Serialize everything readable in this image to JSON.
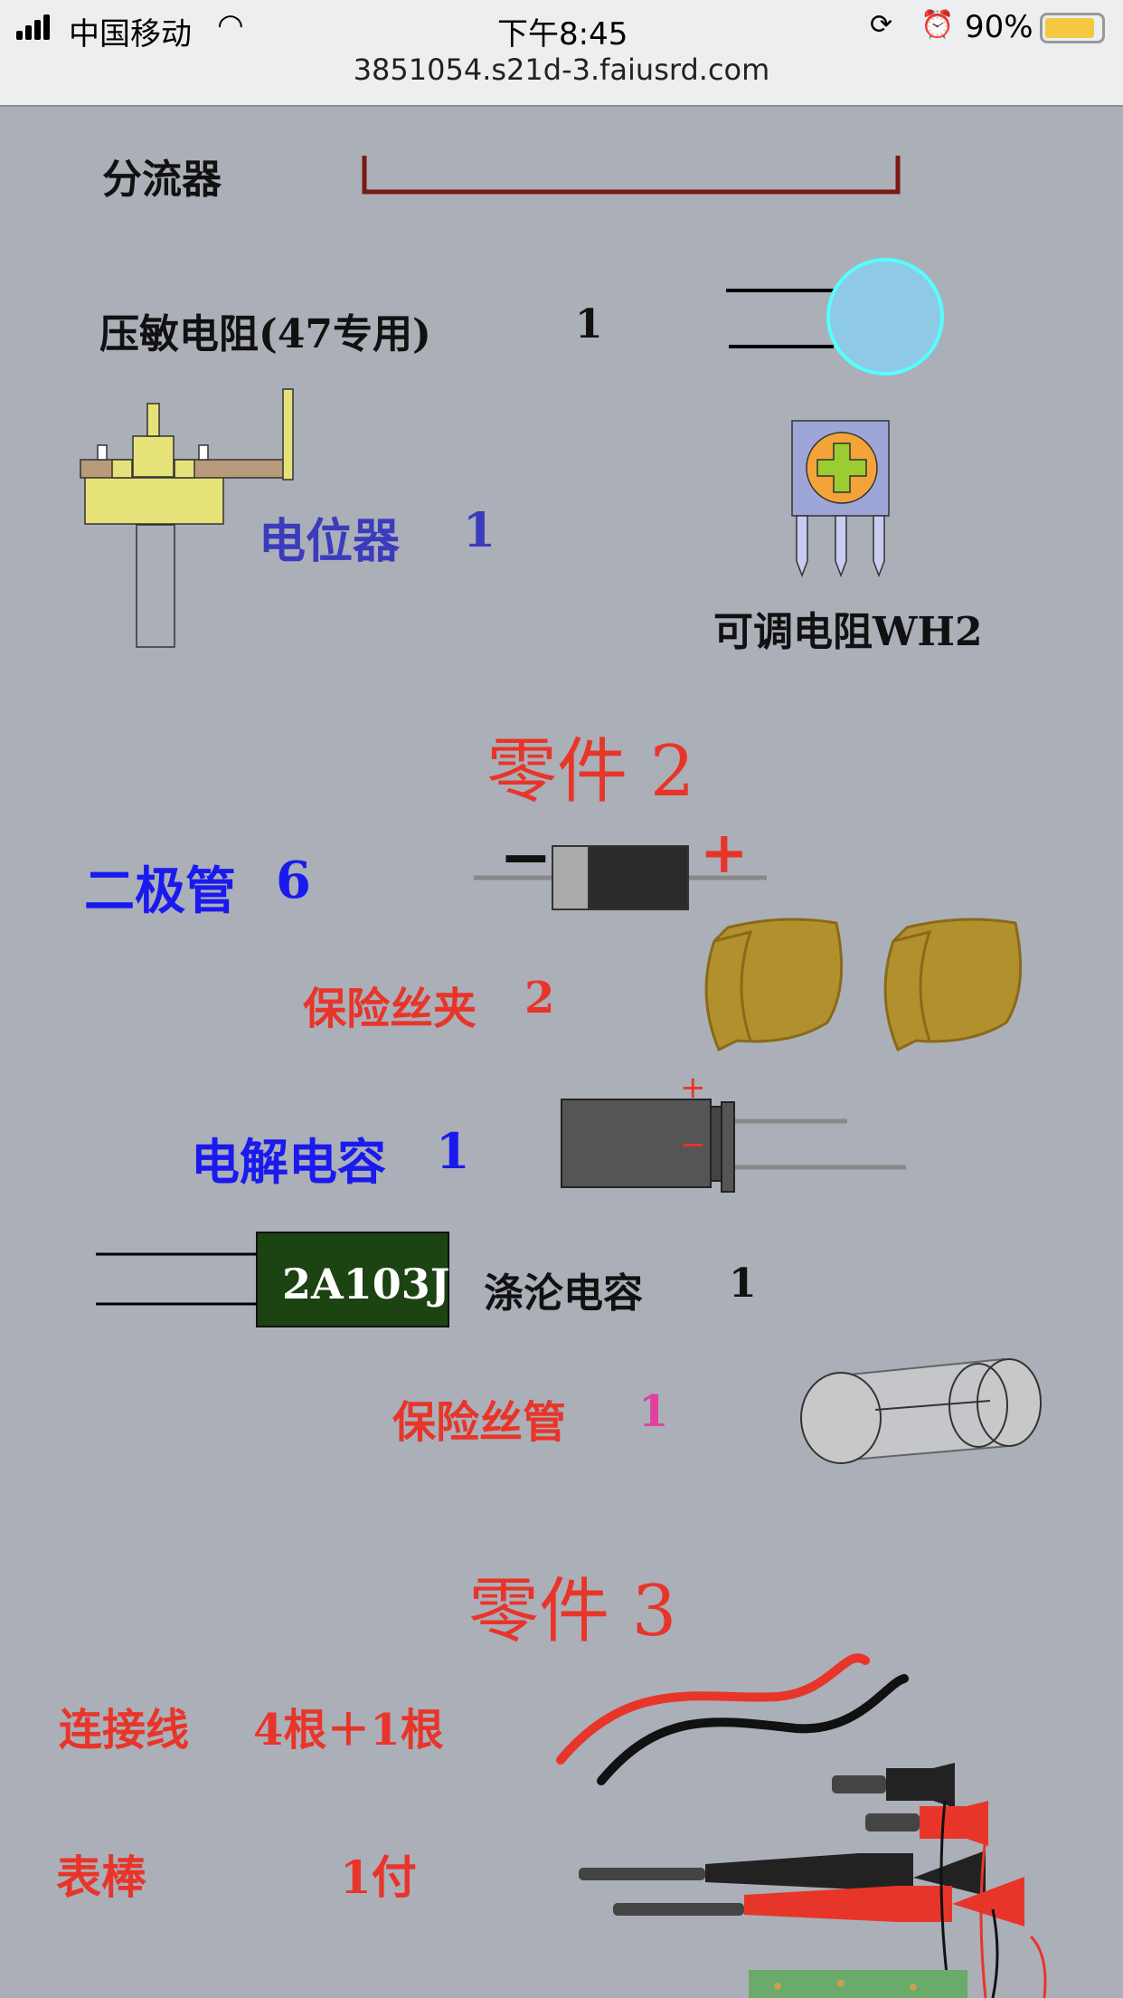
{
  "status_bar": {
    "carrier": "中国移动",
    "time": "下午8:45",
    "battery": "90%"
  },
  "browser": {
    "url": "3851054.s21d-3.faiusrd.com"
  },
  "parts": {
    "shunt": {
      "label": "分流器"
    },
    "varistor": {
      "label": "压敏电阻(47专用)",
      "qty": "1"
    },
    "potentiometer": {
      "label": "电位器",
      "qty": "1"
    },
    "trimmer": {
      "label": "可调电阻WH2"
    },
    "section2": "零件 2",
    "diode": {
      "label": "二极管",
      "qty": "6",
      "minus": "−",
      "plus": "+"
    },
    "fuse_clip": {
      "label": "保险丝夹",
      "qty": "2"
    },
    "electrolytic": {
      "label": "电解电容",
      "qty": "1",
      "plus": "+",
      "minus": "−"
    },
    "film_cap": {
      "marking": "2A103J",
      "label": "涤沦电容",
      "qty": "1"
    },
    "fuse_tube": {
      "label": "保险丝管",
      "qty": "1"
    },
    "section3": "零件 3",
    "wires": {
      "label": "连接线",
      "qty": "4根＋1根"
    },
    "probes": {
      "label": "表棒",
      "qty": "1付"
    }
  },
  "colors": {
    "bg": "#abafb8",
    "red": "#e8352a",
    "blue": "#1a1aee",
    "purple_blue": "#3b3bbd",
    "pink": "#e040a0"
  }
}
